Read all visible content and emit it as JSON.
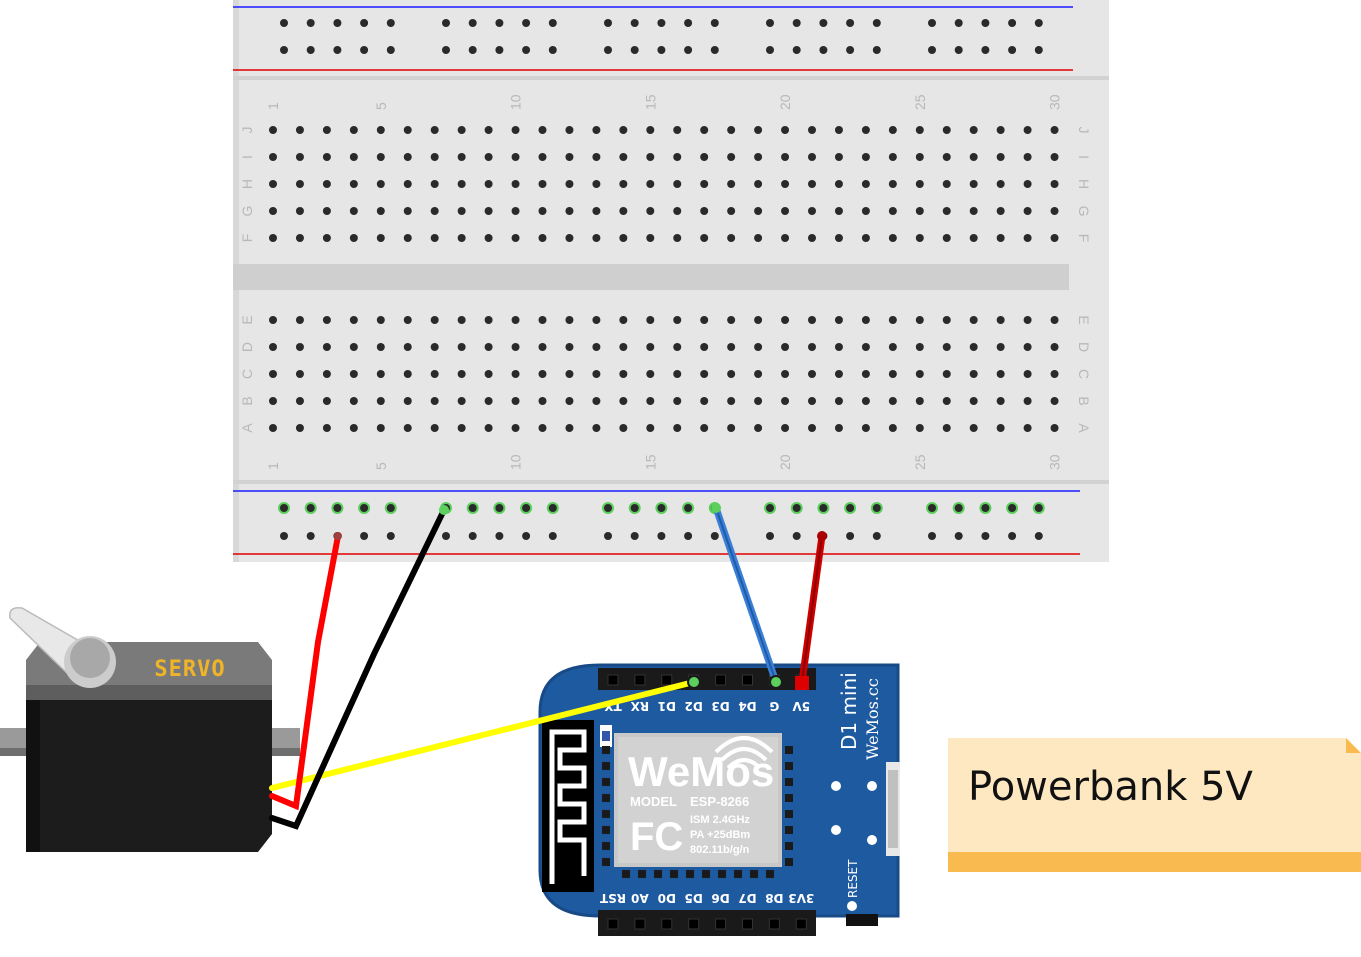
{
  "breadboard": {
    "column_numbers": [
      "1",
      "5",
      "10",
      "15",
      "20",
      "25",
      "30"
    ],
    "column_number_positions": [
      1,
      5,
      10,
      15,
      20,
      25,
      30
    ],
    "top_row_letters": [
      "J",
      "I",
      "H",
      "G",
      "F"
    ],
    "bottom_row_letters": [
      "E",
      "D",
      "C",
      "B",
      "A"
    ],
    "colors": {
      "body": "#e6e6e6",
      "hole": "#2a2a2a",
      "rail_blue": "#1a1aff",
      "rail_red": "#e00000",
      "active_hole": "#5ccf5c"
    }
  },
  "servo": {
    "label": "SERVO",
    "colors": {
      "body": "#1c1c1c",
      "top": "#7a7a7a",
      "label": "#f0b429"
    }
  },
  "board": {
    "model_name": "D1 mini",
    "website": "WeMos.cc",
    "logo": "WeMos",
    "chip_model_label": "MODEL",
    "chip_model": "ESP-8266",
    "chip_specs": [
      "ISM 2.4GHz",
      "PA +25dBm",
      "802.11b/g/n"
    ],
    "fcc_mark": "FC",
    "reset_label": "RESET",
    "top_pins": [
      "TX",
      "RX",
      "D1",
      "D2",
      "D3",
      "D4",
      "G",
      "5V"
    ],
    "bottom_pins": [
      "RST",
      "A0",
      "D0",
      "D5",
      "D6",
      "D7",
      "D8",
      "3V3"
    ],
    "colors": {
      "pcb": "#1e5aa0",
      "header": "#1a1a1a",
      "chip": "#c8c8c8"
    }
  },
  "wires": {
    "colors": {
      "red": "#ff0000",
      "black": "#000000",
      "blue": "#3a7fd5",
      "yellow": "#ffff00",
      "dark_red": "#cc0000"
    }
  },
  "note": {
    "text": "Powerbank 5V",
    "colors": {
      "paper": "#fde8c2",
      "band": "#f9bb50",
      "fold": "#f9bb50"
    }
  }
}
